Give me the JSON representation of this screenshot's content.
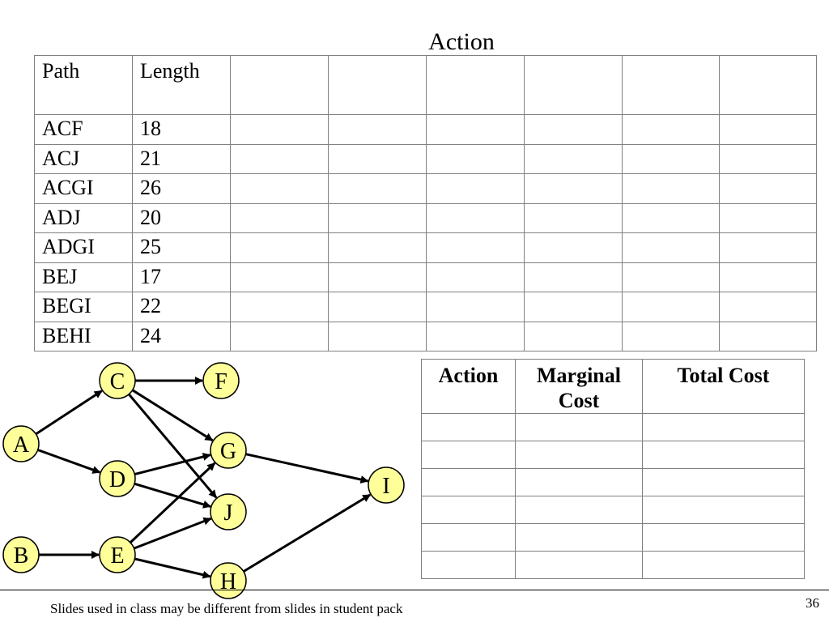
{
  "heading": "Action",
  "path_table": {
    "headers": [
      "Path",
      "Length",
      "",
      "",
      "",
      "",
      "",
      ""
    ],
    "rows": [
      {
        "path": "ACF",
        "length": "18"
      },
      {
        "path": "ACJ",
        "length": "21"
      },
      {
        "path": "ACGI",
        "length": "26"
      },
      {
        "path": "ADJ",
        "length": "20"
      },
      {
        "path": "ADGI",
        "length": "25"
      },
      {
        "path": "BEJ",
        "length": "17"
      },
      {
        "path": "BEGI",
        "length": "22"
      },
      {
        "path": "BEHI",
        "length": "24"
      }
    ]
  },
  "action_table": {
    "headers": [
      "Action",
      "Marginal Cost",
      "Total Cost"
    ],
    "rows": [
      [
        "",
        "",
        ""
      ],
      [
        "",
        "",
        ""
      ],
      [
        "",
        "",
        ""
      ],
      [
        "",
        "",
        ""
      ],
      [
        "",
        "",
        ""
      ],
      [
        "",
        "",
        ""
      ]
    ]
  },
  "network": {
    "node_fill": "#ffff99",
    "nodes": [
      {
        "id": "A",
        "label": "A"
      },
      {
        "id": "B",
        "label": "B"
      },
      {
        "id": "C",
        "label": "C"
      },
      {
        "id": "D",
        "label": "D"
      },
      {
        "id": "E",
        "label": "E"
      },
      {
        "id": "F",
        "label": "F"
      },
      {
        "id": "G",
        "label": "G"
      },
      {
        "id": "J",
        "label": "J"
      },
      {
        "id": "H",
        "label": "H"
      },
      {
        "id": "I",
        "label": "I"
      }
    ],
    "edges": [
      {
        "from": "A",
        "to": "C"
      },
      {
        "from": "A",
        "to": "D"
      },
      {
        "from": "B",
        "to": "E"
      },
      {
        "from": "C",
        "to": "F"
      },
      {
        "from": "C",
        "to": "G"
      },
      {
        "from": "C",
        "to": "J"
      },
      {
        "from": "D",
        "to": "G"
      },
      {
        "from": "D",
        "to": "J"
      },
      {
        "from": "E",
        "to": "G"
      },
      {
        "from": "E",
        "to": "J"
      },
      {
        "from": "E",
        "to": "H"
      },
      {
        "from": "G",
        "to": "I"
      },
      {
        "from": "H",
        "to": "I"
      }
    ]
  },
  "footer": {
    "note": "Slides used in class may be different from slides in student pack",
    "page_number": "36"
  }
}
